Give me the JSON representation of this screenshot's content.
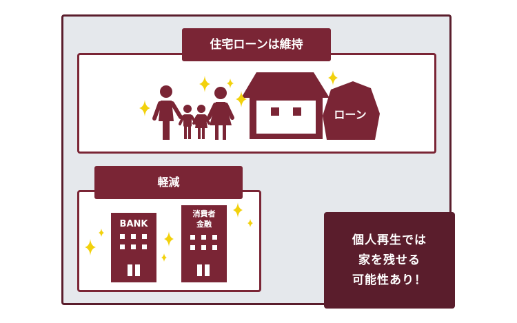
{
  "top_panel": {
    "label": "住宅ローンは維持",
    "loan_bag_label": "ローン"
  },
  "bottom_panel": {
    "label": "軽減",
    "bank_label": "BANK",
    "consumer_finance_label_line1": "消費者",
    "consumer_finance_label_line2": "金融"
  },
  "callout": {
    "line1": "個人再生では",
    "line2": "家を残せる",
    "line3": "可能性あり！"
  },
  "colors": {
    "primary": "#7a2535",
    "dark": "#5a1d2c",
    "background": "#e5e8ec",
    "sparkle": "#f2d10c"
  }
}
